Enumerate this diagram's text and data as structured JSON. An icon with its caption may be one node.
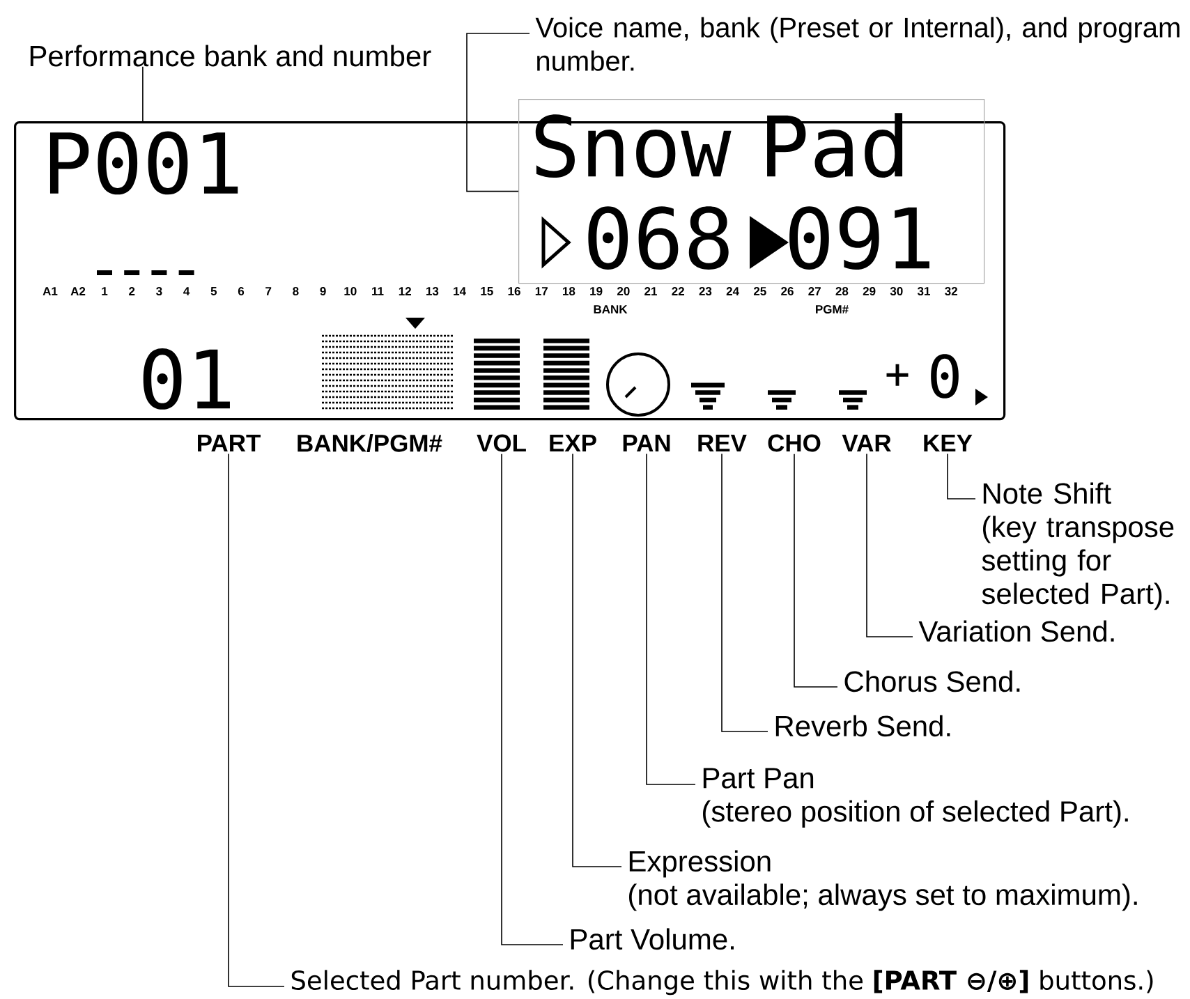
{
  "diagram": {
    "nodes": [
      {
        "text": [],
        "shape": "box"
      },
      {
        "text": [
          "Performance bank and number"
        ]
      },
      {
        "text": [
          "Voice name, bank (Preset or Internal), and program number."
        ]
      },
      {
        "text": [
          "P001"
        ],
        "in": 0
      },
      {
        "text": [
          "Snow Pad",
          "068",
          "091"
        ]
      },
      {
        "text": [
          "PART"
        ]
      },
      {
        "text": [
          "VOL"
        ]
      },
      {
        "text": [
          "EXP"
        ]
      },
      {
        "text": [
          "PAN"
        ]
      },
      {
        "text": [
          "REV"
        ]
      },
      {
        "text": [
          "CHO"
        ]
      },
      {
        "text": [
          "VAR"
        ]
      },
      {
        "text": [
          "KEY"
        ]
      },
      {
        "text": [
          "Note Shift",
          "(key transpose setting for selected Part)."
        ]
      },
      {
        "text": [
          "Variation Send."
        ]
      },
      {
        "text": [
          "Chorus Send."
        ]
      },
      {
        "text": [
          "Reverb Send."
        ]
      },
      {
        "text": [
          "Part Pan",
          "(stereo position of selected Part)."
        ]
      },
      {
        "text": [
          "Expression",
          "(not available; always set to maximum)."
        ]
      },
      {
        "text": [
          "Part Volume."
        ]
      },
      {
        "text": [
          "Selected Part number. (Change this with the **[PART ⊖/⊕]** buttons.)"
        ]
      }
    ],
    "edges": [
      {
        "from": 1,
        "to": 3,
        "arrow": "none"
      },
      {
        "from": 2,
        "to": 4,
        "arrow": "none"
      },
      {
        "from": 12,
        "to": 13,
        "arrow": "none"
      },
      {
        "from": 11,
        "to": 14,
        "arrow": "none"
      },
      {
        "from": 10,
        "to": 15,
        "arrow": "none"
      },
      {
        "from": 9,
        "to": 16,
        "arrow": "none"
      },
      {
        "from": 8,
        "to": 17,
        "arrow": "none"
      },
      {
        "from": 7,
        "to": 18,
        "arrow": "none"
      },
      {
        "from": 6,
        "to": 19,
        "arrow": "none"
      },
      {
        "from": 5,
        "to": 20,
        "arrow": "none"
      }
    ],
    "labels": [
      "A1",
      "A2",
      "1",
      "2",
      "3",
      "4",
      "5",
      "6",
      "7",
      "8",
      "9",
      "10",
      "11",
      "12",
      "13",
      "14",
      "15",
      "16",
      "17",
      "18",
      "19",
      "20",
      "21",
      "22",
      "23",
      "24",
      "25",
      "26",
      "27",
      "28",
      "29",
      "30",
      "31",
      "32",
      "BANK",
      "PGM#",
      "01",
      "+",
      "0",
      "BANK/PGM#"
    ]
  }
}
